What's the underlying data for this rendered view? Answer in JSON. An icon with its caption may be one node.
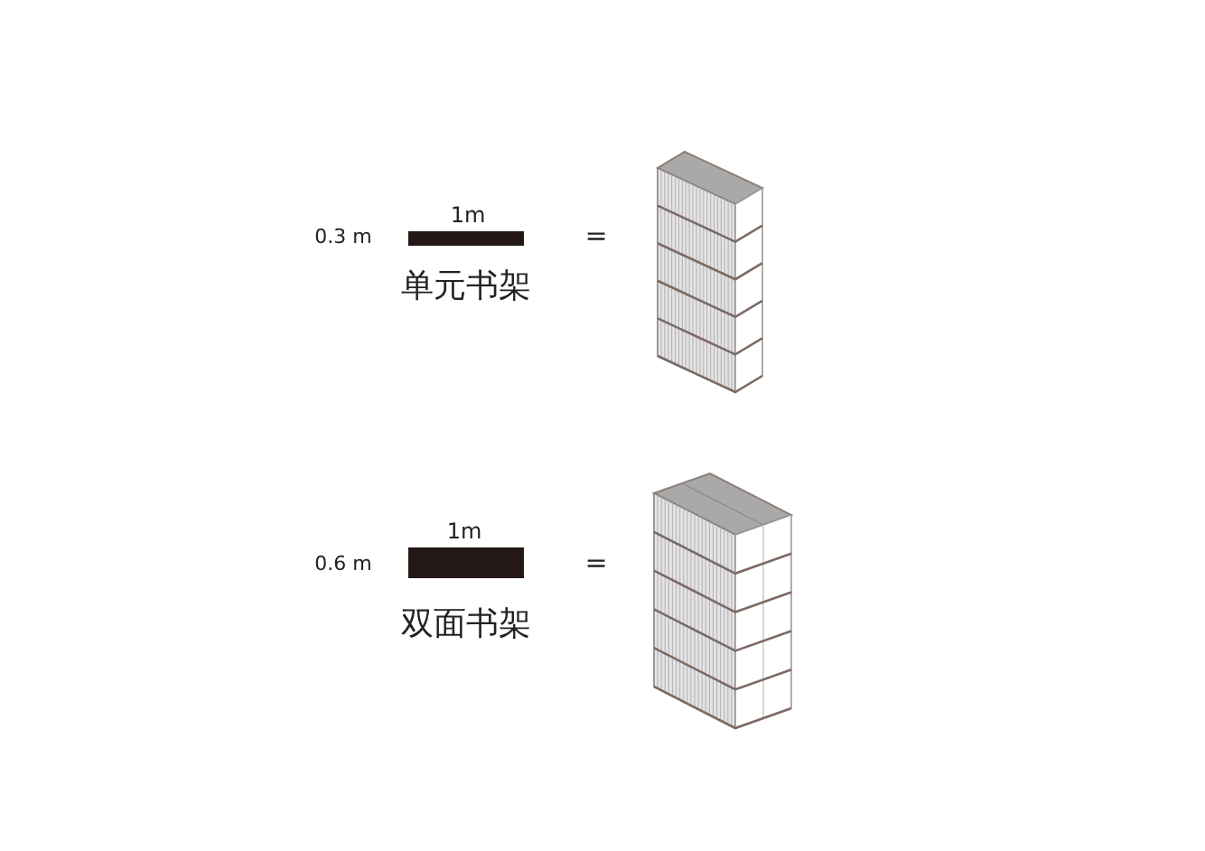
{
  "diagram": {
    "labels": [
      "1m",
      "0.3 m",
      "=",
      "单元书架",
      "1m",
      "0.6 m",
      "=",
      "双面书架"
    ]
  }
}
